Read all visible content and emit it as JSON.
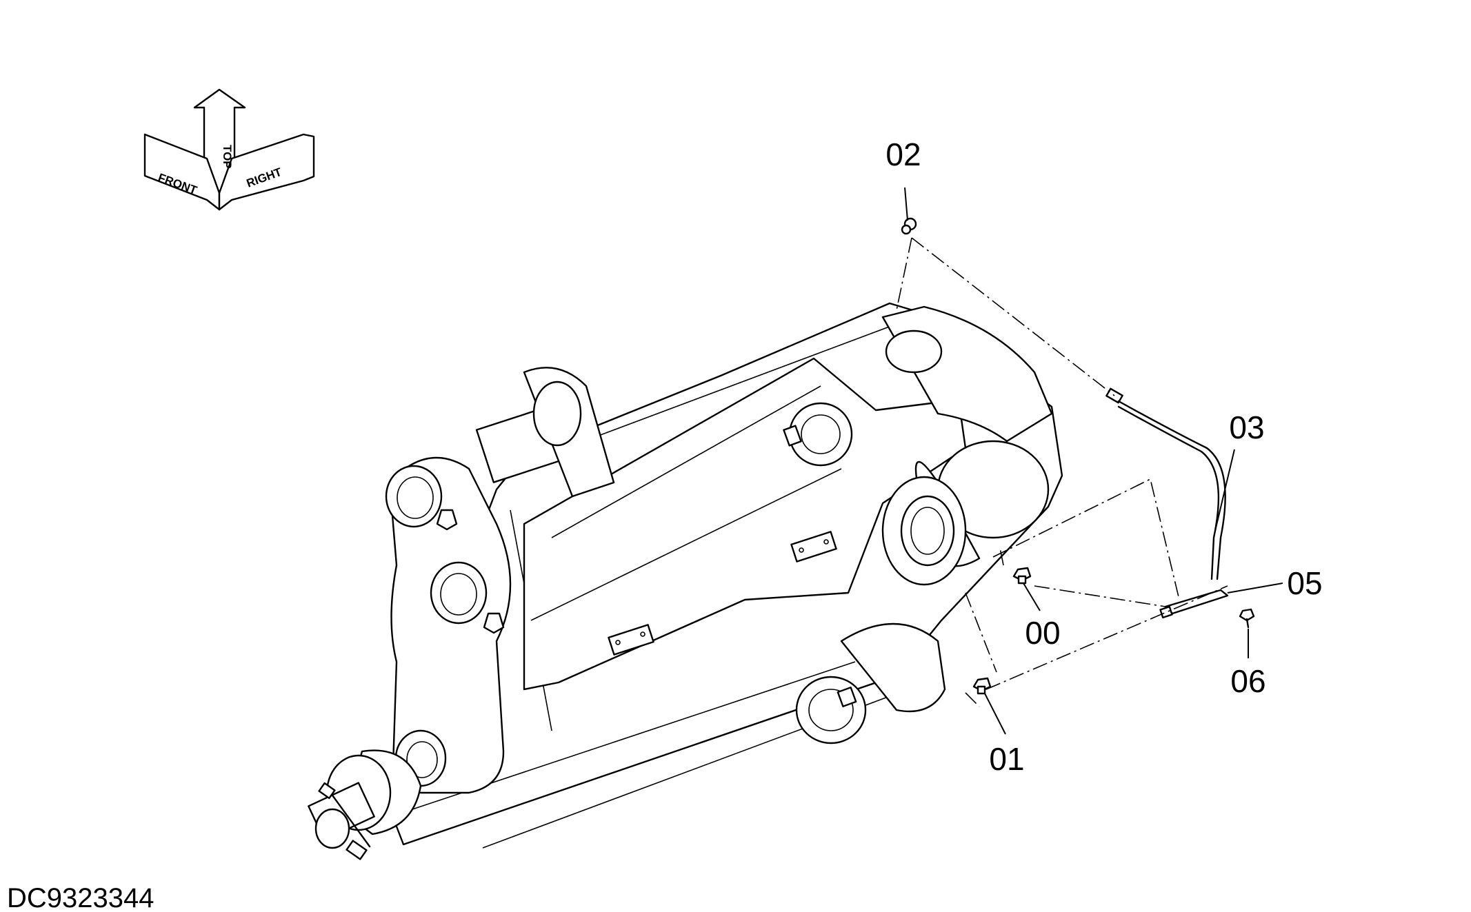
{
  "drawing_id": "DC9323344",
  "orientation": {
    "front": "FRONT",
    "top": "TOP",
    "right": "RIGHT"
  },
  "callouts": [
    "02",
    "03",
    "05",
    "00",
    "06",
    "01"
  ]
}
